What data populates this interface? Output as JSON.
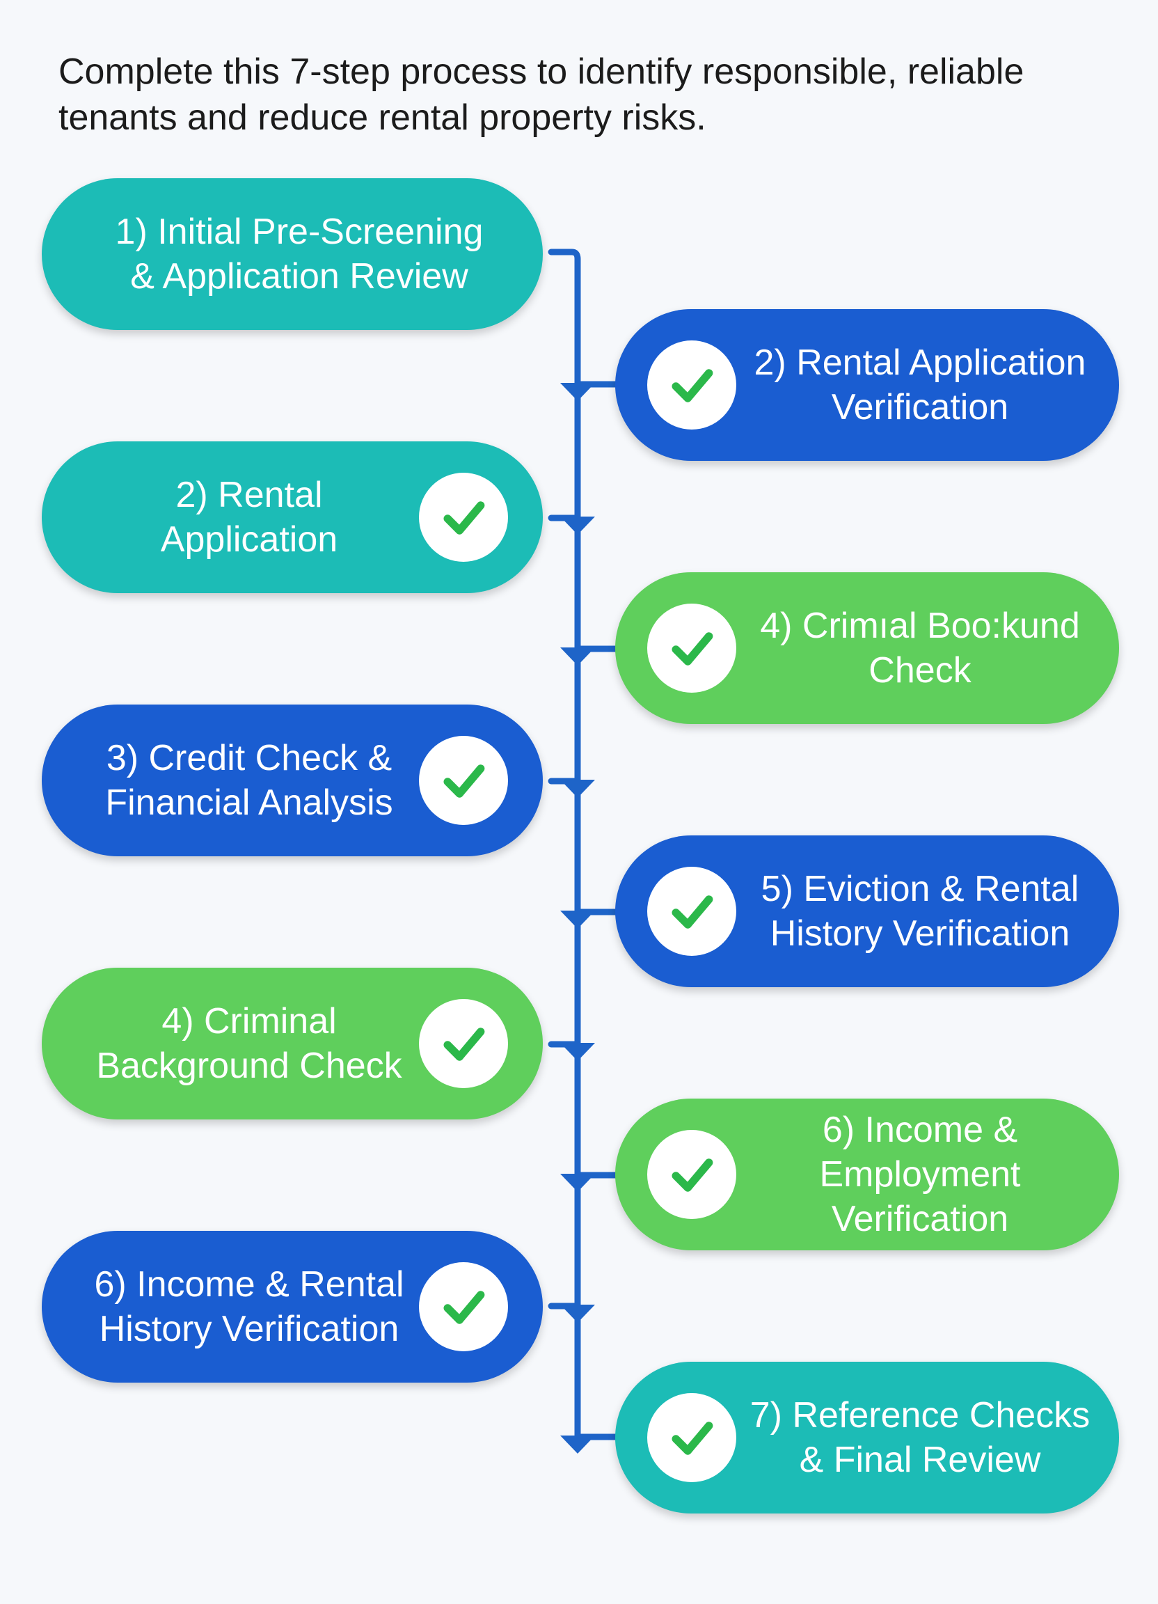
{
  "intro": "Complete this 7-step process to identify responsible, reliable tenants and reduce rental property risks.",
  "colors": {
    "teal": "#1cbcb6",
    "blue": "#1a5dd1",
    "green": "#5fcf5c",
    "connector": "#1e64c8",
    "check": "#2bb84a"
  },
  "steps": [
    {
      "label": "1) Initial Pre-Screening\n& Application Review",
      "color": "teal",
      "side": "left",
      "check": false
    },
    {
      "label": "2) Rental Application\nVerification",
      "color": "blue",
      "side": "right",
      "check": true,
      "icon": "check-icon"
    },
    {
      "label": "2) Rental\nApplication",
      "color": "teal",
      "side": "left",
      "check": true,
      "icon": "check-icon"
    },
    {
      "label": "4) Crimıal Boo:kund\nCheck",
      "color": "green",
      "side": "right",
      "check": true,
      "icon": "check-icon"
    },
    {
      "label": "3) Credit Check &\nFinancial Analysis",
      "color": "blue",
      "side": "left",
      "check": true,
      "icon": "check-icon"
    },
    {
      "label": "5) Eviction & Rental\nHistory Verification",
      "color": "blue",
      "side": "right",
      "check": true,
      "icon": "check-icon"
    },
    {
      "label": "4) Criminal\nBackground Check",
      "color": "green",
      "side": "left",
      "check": true,
      "icon": "check-icon"
    },
    {
      "label": "6) Income &\nEmployment Verification",
      "color": "green",
      "side": "right",
      "check": true,
      "icon": "check-icon"
    },
    {
      "label": "6) Income & Rental\nHistory Verification",
      "color": "blue",
      "side": "left",
      "check": true,
      "icon": "check-icon"
    },
    {
      "label": "7) Reference Checks\n& Final Review",
      "color": "teal",
      "side": "right",
      "check": true,
      "icon": "check-icon"
    }
  ]
}
